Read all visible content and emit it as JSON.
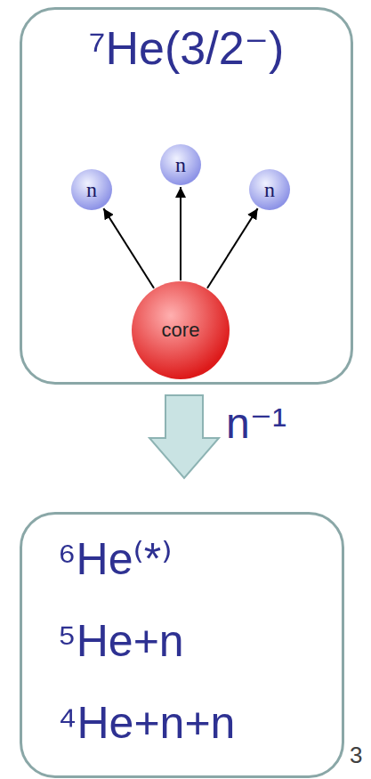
{
  "diagram": {
    "nodes": [
      {
        "text": [
          "⁷He(3/2⁻)"
        ]
      },
      {
        "text": [
          "n"
        ],
        "in": 0
      },
      {
        "text": [
          "n"
        ],
        "in": 0
      },
      {
        "text": [
          "n"
        ],
        "in": 0
      },
      {
        "text": [
          "core"
        ],
        "in": 0
      },
      {
        "text": [
          "⁶He⁽*⁾",
          "⁵He+n",
          "⁴He+n+n"
        ]
      }
    ],
    "edges": [
      {
        "from": 4,
        "to": 1,
        "arrow": "to"
      },
      {
        "from": 4,
        "to": 2,
        "arrow": "to"
      },
      {
        "from": 4,
        "to": 3,
        "arrow": "to"
      },
      {
        "from": 0,
        "to": 5,
        "arrow": "to",
        "label": "n⁻¹"
      }
    ],
    "labels": [
      "3"
    ]
  }
}
